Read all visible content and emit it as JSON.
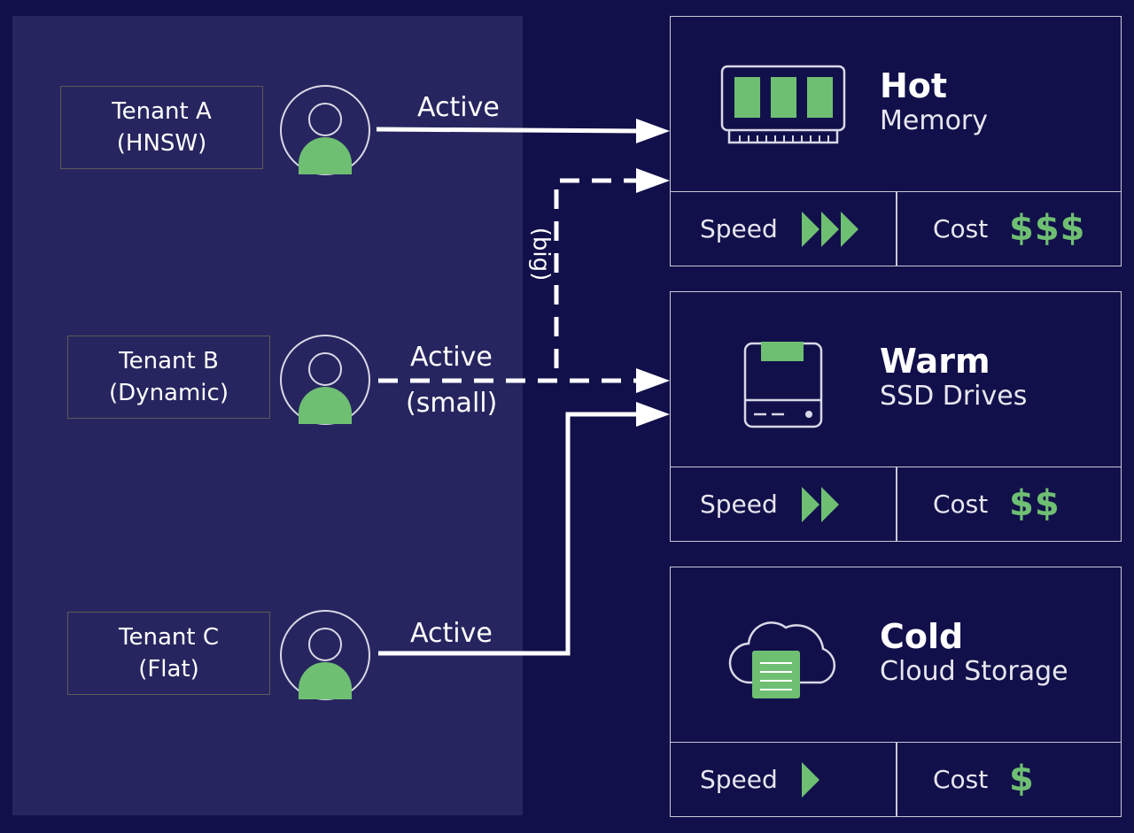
{
  "tenants": [
    {
      "name": "Tenant A",
      "index": "(HNSW)"
    },
    {
      "name": "Tenant B",
      "index": "(Dynamic)"
    },
    {
      "name": "Tenant C",
      "index": "(Flat)"
    }
  ],
  "edges": {
    "a_label": "Active",
    "b_label": "Active",
    "b_small": "(small)",
    "b_big": "(big)",
    "c_label": "Active"
  },
  "tiers": [
    {
      "name": "Hot",
      "sub": "Memory",
      "speed_label": "Speed",
      "cost_label": "Cost",
      "cost": "$$$",
      "speed_level": 3,
      "icon": "memory-icon"
    },
    {
      "name": "Warm",
      "sub": "SSD Drives",
      "speed_label": "Speed",
      "cost_label": "Cost",
      "cost": "$$",
      "speed_level": 2,
      "icon": "ssd-icon"
    },
    {
      "name": "Cold",
      "sub": "Cloud Storage",
      "speed_label": "Speed",
      "cost_label": "Cost",
      "cost": "$",
      "speed_level": 1,
      "icon": "cloud-storage-icon"
    }
  ],
  "colors": {
    "background": "#12104a",
    "panel": "#27255f",
    "accent_green": "#6fbf73",
    "line": "#ffffff"
  }
}
